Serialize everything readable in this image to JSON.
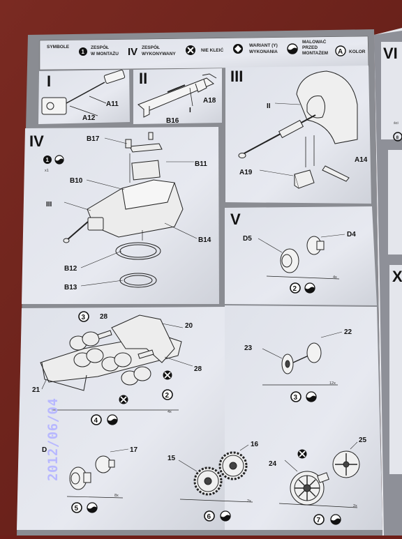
{
  "legend": {
    "title": "SYMBOLE",
    "items": [
      {
        "icon": "1",
        "line1": "ZESPÓŁ",
        "line2": "W MONTAŻU"
      },
      {
        "icon": "IV",
        "line1": "ZESPÓŁ",
        "line2": "WYKONYWANY"
      },
      {
        "icon": "no-glue-icon",
        "line1": "NIE KLEIĆ",
        "line2": ""
      },
      {
        "icon": "variant-icon",
        "line1": "WARIANT (Y)",
        "line2": "WYKONANIA"
      },
      {
        "icon": "paint-icon",
        "line1": "MALOWAĆ",
        "line2": "PRZED",
        "line3": "MONTAŻEM"
      },
      {
        "icon": "A",
        "line1": "KOLOR",
        "line2": ""
      }
    ]
  },
  "steps": {
    "s1": {
      "num": "I",
      "parts": [
        "A11",
        "A12"
      ]
    },
    "s2": {
      "num": "II",
      "parts": [
        "A18",
        "I",
        "B16"
      ]
    },
    "s3": {
      "num": "III",
      "parts": [
        "II",
        "A14",
        "A19"
      ]
    },
    "s4": {
      "num": "IV",
      "sub": "1",
      "mult": "x1",
      "parts": [
        "B17",
        "B11",
        "B10",
        "III",
        "B14",
        "B12",
        "B13"
      ]
    },
    "s5": {
      "num": "V",
      "parts": [
        "D5",
        "D4"
      ],
      "badge": "2",
      "mult": "4x"
    },
    "s6": {
      "parts": [
        "3",
        "28",
        "20",
        "28",
        "21",
        "2"
      ],
      "badge": "4",
      "mult": "4x"
    },
    "s7": {
      "parts": [
        "23",
        "22"
      ],
      "badge": "3",
      "mult": "12x"
    },
    "s8": {
      "parts": [
        "D",
        "17"
      ],
      "badge": "5",
      "mult": "8x"
    },
    "s9": {
      "parts": [
        "15",
        "16"
      ],
      "badge": "6",
      "mult": "2x"
    },
    "s10": {
      "parts": [
        "24",
        "25"
      ],
      "badge": "7",
      "mult": "2x"
    },
    "next": {
      "num1": "VI",
      "num2": "X",
      "badge": "8",
      "label": "ści"
    }
  },
  "stamp": "2012/06/04"
}
